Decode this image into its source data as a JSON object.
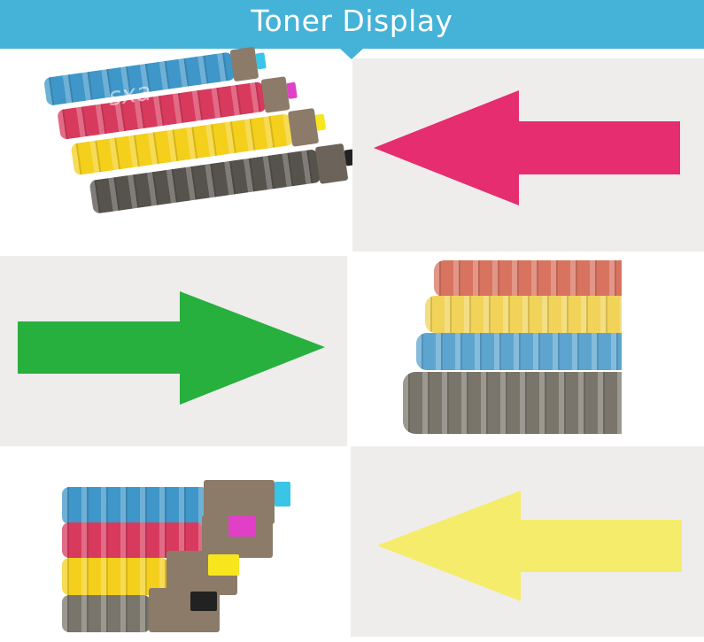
{
  "banner": {
    "title": "Toner Display"
  },
  "arrows": [
    {
      "direction": "left",
      "color": "#e52d6f"
    },
    {
      "direction": "right",
      "color": "#27b03e"
    },
    {
      "direction": "left",
      "color": "#f5ec6b"
    }
  ],
  "toner_colors": {
    "cyan": "#3f96c8",
    "magenta": "#d83a5e",
    "yellow": "#f4cf1c",
    "black": "#56524c"
  },
  "watermark": "sxa"
}
